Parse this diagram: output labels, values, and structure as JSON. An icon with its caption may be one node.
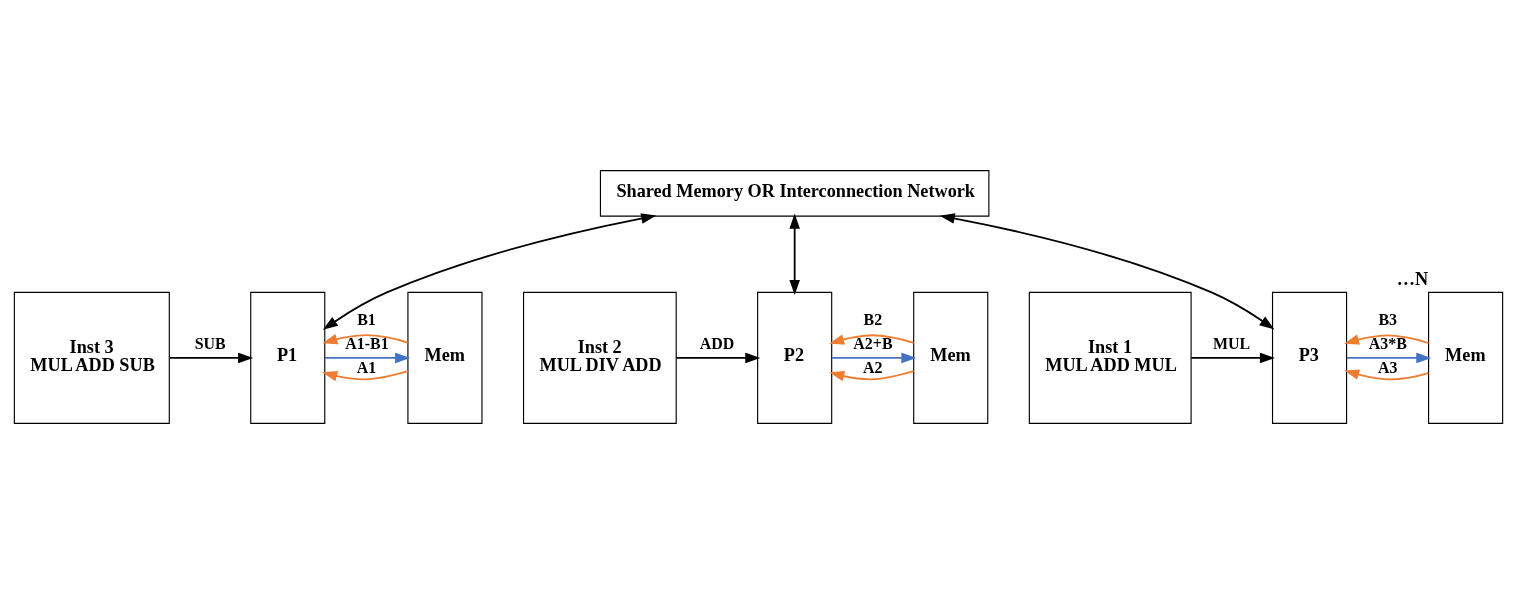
{
  "diagram": {
    "nodes": [
      {
        "text": [
          "Shared Memory OR Interconnection Network"
        ]
      },
      {
        "text": [
          "Inst 1",
          "MUL ADD MUL"
        ]
      },
      {
        "text": [
          "Inst 2",
          "MUL DIV ADD"
        ]
      },
      {
        "text": [
          "Inst 3",
          "MUL ADD SUB"
        ]
      },
      {
        "text": [
          "P1"
        ]
      },
      {
        "text": [
          "Mem"
        ]
      },
      {
        "text": [
          "P2"
        ]
      },
      {
        "text": [
          "Mem"
        ]
      },
      {
        "text": [
          "P3"
        ]
      },
      {
        "text": [
          "Mem"
        ],
        "beside": [
          "…N"
        ]
      }
    ],
    "edges": [
      {
        "from": 0,
        "to": 4,
        "arrow": "both"
      },
      {
        "from": 0,
        "to": 6,
        "arrow": "both"
      },
      {
        "from": 0,
        "to": 8,
        "arrow": "both"
      },
      {
        "from": 5,
        "to": 4,
        "arrow": "to",
        "label": "A1",
        "color": "#ed7d31"
      },
      {
        "from": 5,
        "to": 4,
        "arrow": "to",
        "label": "B1",
        "color": "#ed7d31"
      },
      {
        "from": 4,
        "to": 5,
        "arrow": "to",
        "label": "A1-B1",
        "color": "#4472c4"
      },
      {
        "from": 7,
        "to": 6,
        "arrow": "to",
        "label": "A2",
        "color": "#ed7d31"
      },
      {
        "from": 7,
        "to": 6,
        "arrow": "to",
        "label": "B2",
        "color": "#ed7d31"
      },
      {
        "from": 6,
        "to": 7,
        "arrow": "to",
        "label": "A2+B",
        "color": "#4472c4"
      },
      {
        "from": 9,
        "to": 8,
        "arrow": "to",
        "label": "A3",
        "color": "#ed7d31"
      },
      {
        "from": 9,
        "to": 8,
        "arrow": "to",
        "label": "B3",
        "color": "#ed7d31"
      },
      {
        "from": 8,
        "to": 9,
        "arrow": "to",
        "label": "A3*B",
        "color": "#4472c4"
      },
      {
        "from": 3,
        "to": 4,
        "arrow": "to",
        "label": "SUB"
      },
      {
        "from": 2,
        "to": 6,
        "arrow": "to",
        "label": "ADD"
      },
      {
        "from": 1,
        "to": 8,
        "arrow": "to",
        "label": "MUL"
      }
    ]
  }
}
